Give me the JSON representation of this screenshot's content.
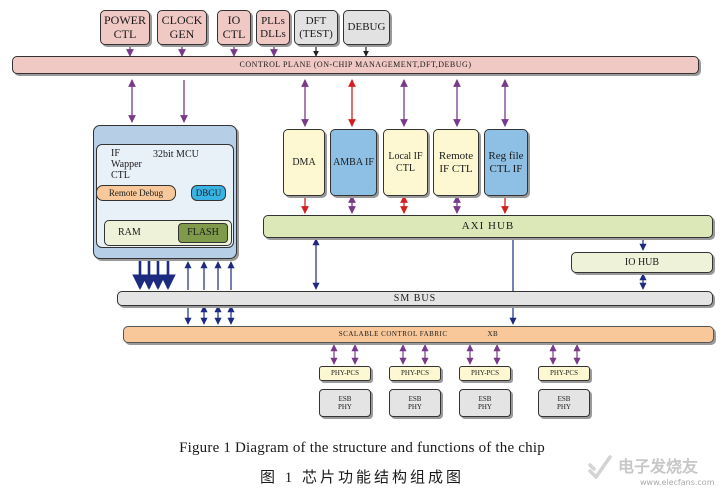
{
  "top_blocks": [
    {
      "id": "power-ctl",
      "label": "POWER\nCTL"
    },
    {
      "id": "clock-gen",
      "label": "CLOCK\nGEN"
    },
    {
      "id": "io-ctl",
      "label": "IO\nCTL"
    },
    {
      "id": "pll-dll",
      "label": "PLLs\nDLLs"
    },
    {
      "id": "dft",
      "label": "DFT\n(TEST)"
    },
    {
      "id": "debug",
      "label": "DEBUG"
    }
  ],
  "control_plane": "CONTROL PLANE (ON-CHIP MANAGEMENT,DFT,DEBUG)",
  "mcu": {
    "if_wrapper": "IF\nWapper\nCTL",
    "title": "32bit MCU",
    "remote_debug": "Remote Debug",
    "dbgu": "DBGU",
    "ram": "RAM",
    "flash": "FLASH"
  },
  "if_blocks": [
    {
      "id": "dma",
      "label": "DMA"
    },
    {
      "id": "amba-if",
      "label": "AMBA IF"
    },
    {
      "id": "local-if",
      "label": "Local IF\nCTL"
    },
    {
      "id": "remote-if",
      "label": "Remote\nIF CTL"
    },
    {
      "id": "reg-file",
      "label": "Reg file\nCTL IF"
    }
  ],
  "axi_hub": "AXI HUB",
  "io_hub": "IO HUB",
  "sm_bus": "SM BUS",
  "fabric": {
    "label": "SCALABLE CONTROL FABRIC",
    "suffix": "XB"
  },
  "phy_blocks": [
    {
      "pcs": "PHY-PCS",
      "esb": "ESB\nPHY"
    },
    {
      "pcs": "PHY-PCS",
      "esb": "ESB\nPHY"
    },
    {
      "pcs": "PHY-PCS",
      "esb": "ESB\nPHY"
    },
    {
      "pcs": "PHY-PCS",
      "esb": "ESB\nPHY"
    }
  ],
  "caption_en": "Figure 1   Diagram of the structure and functions of the chip",
  "caption_cn": "图 1   芯片功能结构组成图",
  "watermark": {
    "text": "电子发烧友",
    "url": "www.elecfans.com"
  },
  "colors": {
    "pink": "#f0c8c4",
    "blue": "#8ec0e6",
    "green": "#dde8b8",
    "orange": "#f8c89a",
    "mcu": "#b6cee6",
    "arrow_purple": "#7a3a8a",
    "arrow_red": "#d22020",
    "arrow_navy": "#1c2a80"
  }
}
